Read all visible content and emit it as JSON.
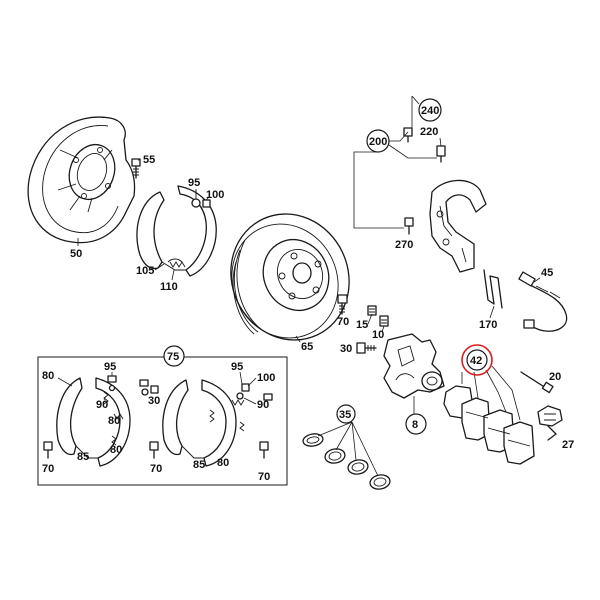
{
  "highlight_color": "#d81e1e",
  "labels": {
    "l50": "50",
    "l55": "55",
    "l95a": "95",
    "l100a": "100",
    "l105": "105",
    "l110": "110",
    "l65": "65",
    "l70a": "70",
    "l15": "15",
    "l10": "10",
    "l30a": "30",
    "l200": "200",
    "l240": "240",
    "l220": "220",
    "l270": "270",
    "l170": "170",
    "l45": "45",
    "l20": "20",
    "l27": "27",
    "l42": "42",
    "l8": "8",
    "l35": "35",
    "l75": "75",
    "l80a": "80",
    "l95b": "95",
    "l90a": "90",
    "l80b": "80",
    "l70b": "70",
    "l85a": "85",
    "l80c": "80",
    "l30b": "30",
    "l95c": "95",
    "l100b": "100",
    "l90b": "90",
    "l70c": "70",
    "l85b": "85",
    "l80d": "80",
    "l70d": "70"
  }
}
